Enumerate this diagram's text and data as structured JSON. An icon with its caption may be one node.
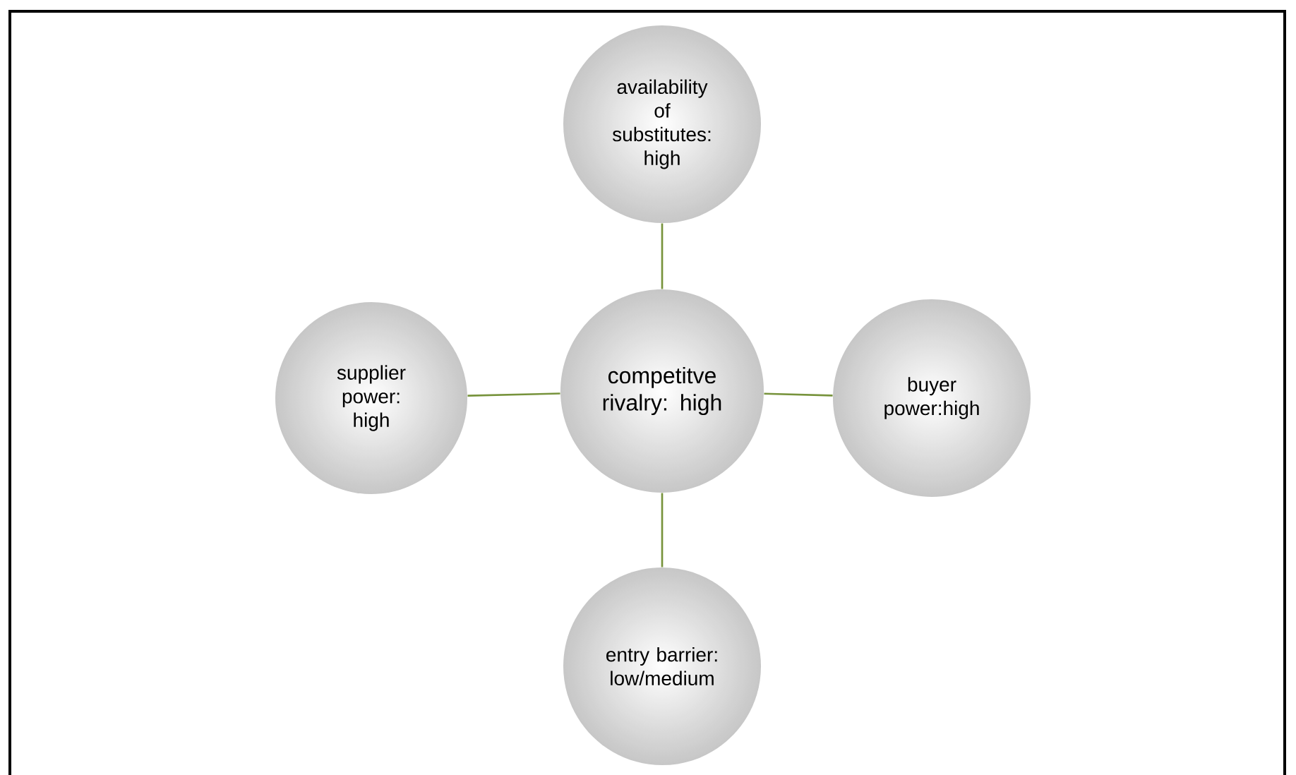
{
  "diagram": {
    "nodes": [
      {
        "text": [
          "availability of substitutes: high"
        ]
      },
      {
        "text": [
          "supplier power: high"
        ]
      },
      {
        "text": [
          "competitve rivalry: high"
        ]
      },
      {
        "text": [
          "buyer power:high"
        ]
      },
      {
        "text": [
          "entry barrier: low/medium"
        ]
      }
    ],
    "edges": [
      {
        "from": 2,
        "to": 0,
        "arrow": "none"
      },
      {
        "from": 2,
        "to": 1,
        "arrow": "none"
      },
      {
        "from": 2,
        "to": 3,
        "arrow": "none"
      },
      {
        "from": 2,
        "to": 4,
        "arrow": "none"
      }
    ]
  }
}
